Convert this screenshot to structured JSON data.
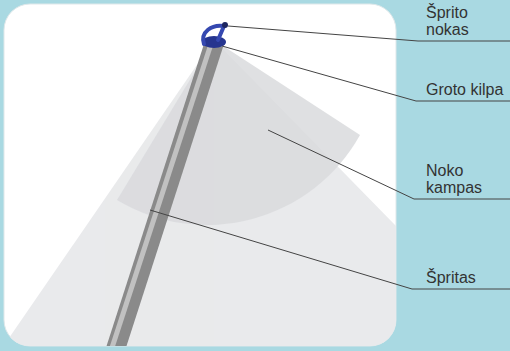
{
  "diagram": {
    "labels": [
      "Šprito nokas",
      "Groto kilpa",
      "Noko kampas",
      "Špritas"
    ]
  }
}
